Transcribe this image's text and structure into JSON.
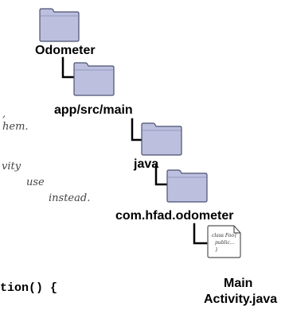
{
  "colors": {
    "folder_fill": "#bcc0de",
    "folder_stroke": "#4d5072",
    "connector": "#000000",
    "note_text": "#444444"
  },
  "tree": {
    "nodes": [
      {
        "id": "odometer",
        "label": "Odometer",
        "icon": "folder-icon"
      },
      {
        "id": "main",
        "label": "app/src/main",
        "icon": "folder-icon"
      },
      {
        "id": "java",
        "label": "java",
        "icon": "folder-icon"
      },
      {
        "id": "package",
        "label": "com.hfad.odometer",
        "icon": "folder-icon"
      },
      {
        "id": "mainactivity",
        "label_line1": "Main",
        "label_line2": "Activity.java",
        "icon": "java-file-icon"
      }
    ],
    "file_icon_text": {
      "line1": "class Foo{",
      "line2": "public...",
      "line3": "}"
    }
  },
  "note": {
    "line1": ",",
    "line2": "hem.",
    "line3": "vity",
    "line4": "use",
    "line5": "instead."
  },
  "code": {
    "line1": "tion() {"
  }
}
